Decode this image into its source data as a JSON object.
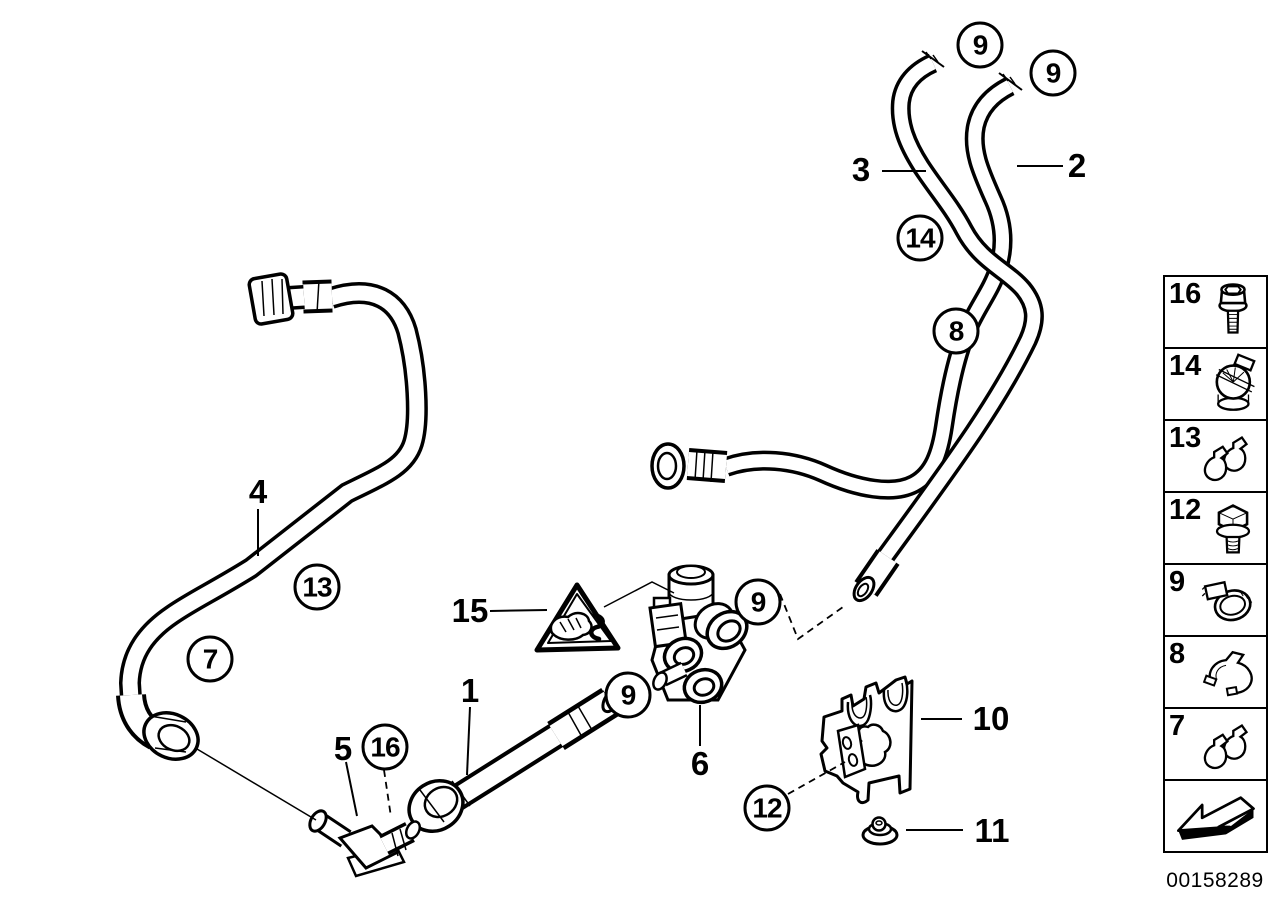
{
  "page": {
    "background": "#ffffff",
    "line_color": "#000000"
  },
  "image_number": "00158289",
  "callouts": {
    "circled": [
      {
        "label": "9"
      },
      {
        "label": "9"
      },
      {
        "label": "14"
      },
      {
        "label": "8"
      },
      {
        "label": "13"
      },
      {
        "label": "7"
      },
      {
        "label": "9"
      },
      {
        "label": "9"
      },
      {
        "label": "16"
      },
      {
        "label": "12"
      }
    ],
    "plain": [
      {
        "label": "3"
      },
      {
        "label": "2"
      },
      {
        "label": "4"
      },
      {
        "label": "15"
      },
      {
        "label": "1"
      },
      {
        "label": "5"
      },
      {
        "label": "6"
      },
      {
        "label": "10"
      },
      {
        "label": "11"
      }
    ]
  },
  "legend": {
    "items": [
      {
        "number": "16",
        "icon": "hex-socket-screw-icon"
      },
      {
        "number": "14",
        "icon": "hose-clamp-bracket-icon"
      },
      {
        "number": "13",
        "icon": "spring-clip-icon"
      },
      {
        "number": "12",
        "icon": "hex-flange-bolt-icon"
      },
      {
        "number": "9",
        "icon": "worm-drive-clamp-icon"
      },
      {
        "number": "8",
        "icon": "retaining-clamp-icon"
      },
      {
        "number": "7",
        "icon": "spring-clip-icon"
      },
      {
        "number": "",
        "icon": "direction-arrow-icon"
      }
    ]
  }
}
